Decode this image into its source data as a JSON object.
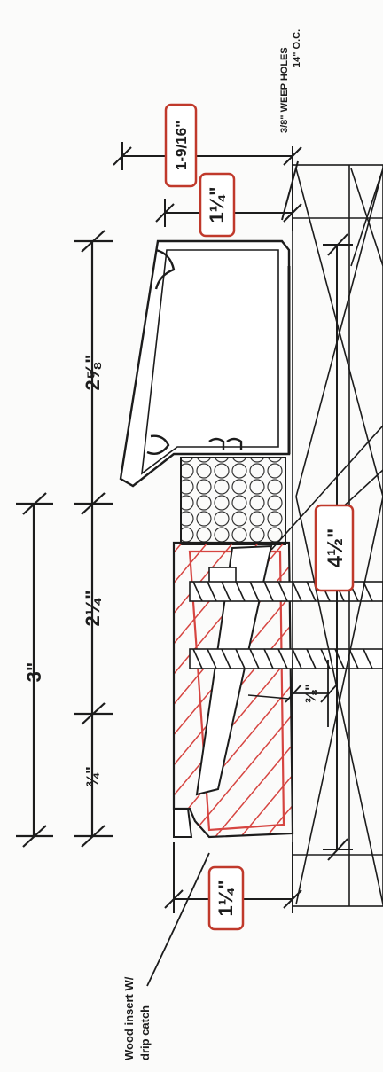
{
  "dimensions": {
    "overall_depth": "3\"",
    "middle_segment": "2¼\"",
    "bottom_segment": "¾\"",
    "top_segment": "2⅝\"",
    "weep_offset": "1-9/16\"",
    "top_lip": "1¼\"",
    "bottom_lip": "1¼\"",
    "jamb_height": "4½\"",
    "small_gap": "⅜\""
  },
  "notes": {
    "weep_holes_line1": "3/8\" WEEP HOLES",
    "weep_holes_line2": "14\" O.C.",
    "wood_insert_line1": "Wood insert W/",
    "wood_insert_line2": "drip catch"
  },
  "colors": {
    "ink": "#1c1c1c",
    "highlight": "#c0392b",
    "hatch": "#d64541"
  }
}
